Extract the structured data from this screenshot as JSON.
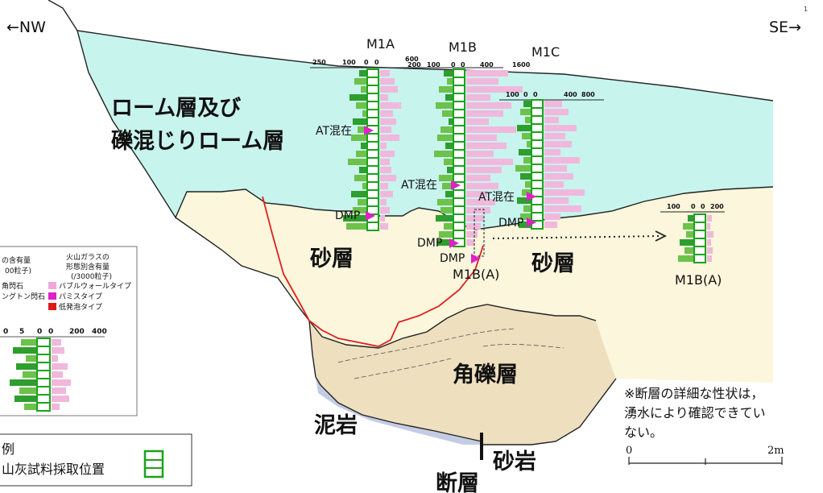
{
  "directions": {
    "left": "←NW",
    "right": "SE→"
  },
  "page_number": "1",
  "layers": {
    "loam": [
      "ローム層及び",
      "礫混じりローム層"
    ],
    "sand_left": "砂層",
    "sand_right": "砂層",
    "breccia": "角礫層",
    "mudstone": "泥岩",
    "sandstone": "砂岩",
    "fault": "断層"
  },
  "columns": {
    "m1a": {
      "name": "M1A",
      "scale": [
        "250",
        "100",
        "0",
        "0",
        "600"
      ]
    },
    "m1b": {
      "name": "M1B",
      "scale": [
        "200",
        "100",
        "0",
        "0",
        "400",
        "1600"
      ]
    },
    "m1c": {
      "name": "M1C",
      "scale": [
        "100",
        "0",
        "0",
        "400",
        "800"
      ]
    },
    "m1ba_left": {
      "name": "M1B(A)"
    },
    "m1ba_right": {
      "name": "M1B(A)",
      "scale": [
        "100",
        "0",
        "0",
        "200"
      ]
    }
  },
  "markers": {
    "at": "AT混在",
    "dmp": "DMP"
  },
  "legend_box": {
    "col1_title": [
      "の含有量",
      "00粒子)"
    ],
    "col2_title": [
      "火山ガラスの",
      "形態別含有量",
      "(/3000粒子)"
    ],
    "left_items": [
      "角閃石",
      "ングトン閃石"
    ],
    "right_items": [
      "バブルウォールタイプ",
      "パミスタイプ",
      "低発泡タイプ"
    ],
    "scale": [
      "0",
      "5",
      "0",
      "0",
      "200",
      "400"
    ],
    "colors": {
      "bubble": "#f0a8d8",
      "pumice": "#e020c8",
      "low": "#e01818"
    }
  },
  "legend2": {
    "title": "例",
    "item": "山灰試料採取位置"
  },
  "note": [
    "※断層の詳細な性状は，",
    "湧水により確認できてい",
    "ない。"
  ],
  "scale_bar": {
    "left": "0",
    "right": "2m"
  },
  "colors": {
    "loam": "#c8f4ee",
    "sand": "#fbf6dc",
    "breccia": "#eedfbf",
    "mudstone": "#c4cce4",
    "sample": "#1aa31a",
    "contact": "#e02020"
  }
}
